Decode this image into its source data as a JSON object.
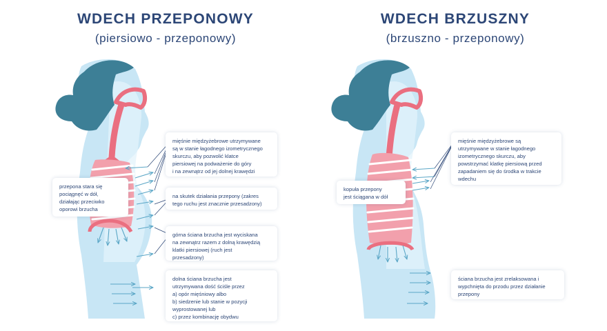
{
  "left": {
    "title": "WDECH PRZEPONOWY",
    "subtitle": "(piersiowo - przeponowy)",
    "notes": {
      "diaphragm": [
        "przepona stara się",
        "pociągnęć w dół,",
        "działając przeciwko",
        "oporowi brzucha"
      ],
      "intercostal": [
        "mięśnie międzyżebrowe utrzymywane",
        "są w stanie łagodnego izometrycznego",
        "skurczu, aby pozwolić klatce",
        "piersiowej na podważenie do góry",
        "i na zewnątrz od jej dolnej krawędzi"
      ],
      "diaphragm_action": [
        "na skutek działania przepony (zakres",
        "tego ruchu jest znacznie przesadzony)"
      ],
      "upper_abdomen": [
        "górna ściana brzucha jest wyciskana",
        "na zewnątrz razem z dolną krawędzią",
        "klatki piersiowej (ruch jest",
        "przesadzony)"
      ],
      "lower_abdomen": [
        "dolna ściana brzucha jest",
        "utrzymywana dość ściśle przez",
        "a) opór mięśniowy albo",
        "b) siedzenie lub stanie w pozycji",
        "wyprostowanej lub",
        "c) przez kombinację obydwu"
      ]
    }
  },
  "right": {
    "title": "WDECH BRZUSZNY",
    "subtitle": "(brzuszno - przeponowy)",
    "notes": {
      "diaphragm": [
        "kopuła przepony",
        "jest ściągana w dół"
      ],
      "intercostal": [
        "mięśnie międzyżebrowe są",
        "utrzymywane  w stanie łagodnego",
        "izometrycznego skurczu, aby",
        "powstrzymać klatkę piersiową przed",
        "zapadaniem się do środka w trakcie",
        "wdechu"
      ],
      "abdomen": [
        "ściana brzucha jest zrelaksowana i",
        "wypchnięta do przodu przez działanie",
        "przepony"
      ]
    }
  },
  "colors": {
    "title": "#2c4676",
    "silhouette": "#c8e6f5",
    "silhouette_light": "#e3f3fb",
    "hair": "#3d7f96",
    "airway": "#ea6f80",
    "lung": "#f2a0ac",
    "lung_stripe": "#ffffff",
    "arrow": "#5aa6c6",
    "note_text": "#2c4676"
  }
}
